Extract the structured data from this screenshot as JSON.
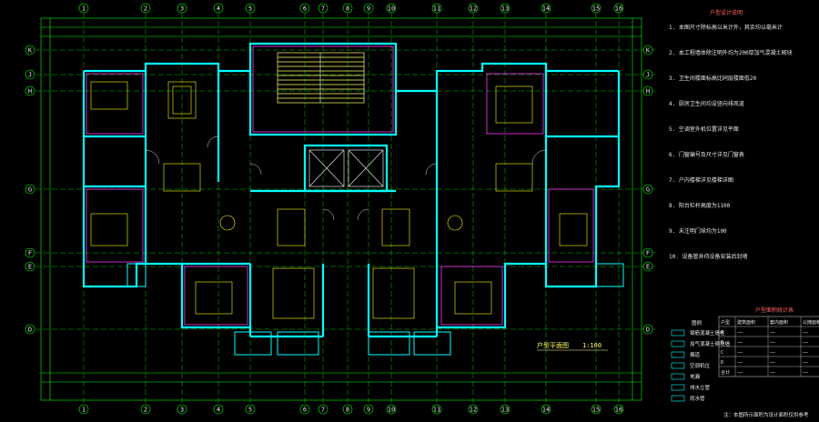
{
  "drawing": {
    "plan_title": "户型平面图",
    "scale_label": "1:100",
    "notes_title": "户型设计说明",
    "legend_title": "图例",
    "table_title": "户型面积统计表",
    "bottom_note": "注：本图所示面积为设计面积仅供参考"
  },
  "grid": {
    "top": [
      "1",
      "2",
      "3",
      "4",
      "5",
      "6",
      "7",
      "8",
      "9",
      "10",
      "11",
      "12",
      "13",
      "14",
      "15",
      "16"
    ],
    "bottom": [
      "1",
      "2",
      "3",
      "4",
      "5",
      "6",
      "7",
      "8",
      "9",
      "10",
      "11",
      "12",
      "13",
      "14",
      "15",
      "16"
    ],
    "left": [
      "K",
      "J",
      "H",
      "G",
      "F",
      "E",
      "D"
    ],
    "right": [
      "K",
      "J",
      "H",
      "G",
      "F",
      "E",
      "D"
    ]
  },
  "notes": [
    "1. 本图尺寸除标高以米计外，其余均以毫米计",
    "2. 本工程墙体除注明外均为200厚加气混凝土砌块",
    "3. 卫生间楼面标高比同层楼面低20",
    "4. 厨房卫生间均设竖向排风道",
    "5. 空调室外机位置详见平面",
    "6. 门窗编号及尺寸详见门窗表",
    "7. 户内楼梯详见楼梯详图",
    "8. 阳台栏杆高度为1100",
    "9. 未注明门垛均为100",
    "10. 设备管井待设备安装后封堵"
  ],
  "legend": [
    {
      "label": "钢筋混凝土墙柱"
    },
    {
      "label": "加气混凝土砌块墙"
    },
    {
      "label": "烟道"
    },
    {
      "label": "空调机位"
    },
    {
      "label": "地漏"
    },
    {
      "label": "排水立管"
    },
    {
      "label": "雨水管"
    }
  ],
  "table": {
    "headers": [
      "户型",
      "建筑面积",
      "套内面积",
      "公摊面积"
    ],
    "rows": [
      [
        "A",
        "——",
        "——",
        "——"
      ],
      [
        "B",
        "——",
        "——",
        "——"
      ],
      [
        "C",
        "——",
        "——",
        "——"
      ],
      [
        "D",
        "——",
        "——",
        "——"
      ],
      [
        "合计",
        "——",
        "——",
        "——"
      ]
    ]
  },
  "colors": {
    "wall": "#00ffff",
    "grid": "#00ff00",
    "dim": "#00ff00",
    "furniture": "#ffff00",
    "red": "#ff3333",
    "magenta": "#ff33ff",
    "white": "#e0e0e0"
  }
}
